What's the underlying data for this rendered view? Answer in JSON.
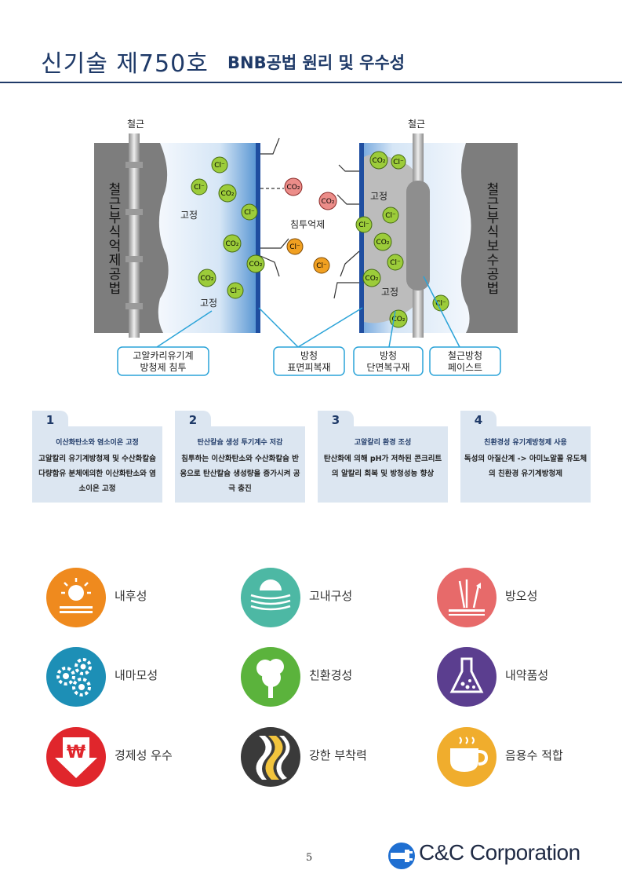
{
  "header": {
    "title": "신기술 제750호",
    "subtitle": "BNB공법 원리 및 우수성"
  },
  "diagram": {
    "rebar_left": "철근",
    "rebar_right": "철근",
    "side_left": "철근부식억제공법",
    "side_right": "철근부식보수공법",
    "fix_label": "고정",
    "center_label": "침투억제",
    "co2": "CO₂",
    "cl": "Cl⁻",
    "callouts": {
      "c1_l1": "고알카리유기계",
      "c1_l2": "방청제 침투",
      "c2_l1": "방청",
      "c2_l2": "표면피복재",
      "c3_l1": "방청",
      "c3_l2": "단면복구재",
      "c4_l1": "철근방청",
      "c4_l2": "페이스트"
    }
  },
  "steps": [
    {
      "num": "1",
      "title": "이산화탄소와 염소이온 고정",
      "desc": "고알칼리 유기계방청제 및 수산화칼슘 다량함유 분체에의한 이산화탄소와 염소이온 고정"
    },
    {
      "num": "2",
      "title": "탄산칼슘 생성 투기계수 저감",
      "desc": "침투하는 이산화탄소와 수산화칼슘 반응으로 탄산칼슘 생성량을 증가시켜 공극 충진"
    },
    {
      "num": "3",
      "title": "고알칼리 환경 조성",
      "desc": "탄산화에 의해 pH가 저하된 콘크리트의 알칼리 회복 및 방청성능 향상"
    },
    {
      "num": "4",
      "title": "친환경성 유기계방청제 사용",
      "desc": "독성의 아질산계 -> 아미노알콜 유도체의 친환경 유기계방청제"
    }
  ],
  "features": [
    {
      "label": "내후성",
      "icon": "sun-icon",
      "color": "#ef8a1e"
    },
    {
      "label": "고내구성",
      "icon": "layers-icon",
      "color": "#4db8a4"
    },
    {
      "label": "방오성",
      "icon": "reflect-icon",
      "color": "#e76a6a"
    },
    {
      "label": "내마모성",
      "icon": "gears-icon",
      "color": "#1d8fb6"
    },
    {
      "label": "친환경성",
      "icon": "tree-icon",
      "color": "#5bb33c"
    },
    {
      "label": "내약품성",
      "icon": "flask-icon",
      "color": "#5b3e8f"
    },
    {
      "label": "경제성 우수",
      "icon": "won-down-icon",
      "color": "#e0262c"
    },
    {
      "label": "강한 부착력",
      "icon": "bond-icon",
      "color": "#3a3a3a"
    },
    {
      "label": "음용수 적합",
      "icon": "cup-icon",
      "color": "#f0ad2d"
    }
  ],
  "footer": {
    "page_number": "5",
    "company": "C&C Corporation"
  }
}
